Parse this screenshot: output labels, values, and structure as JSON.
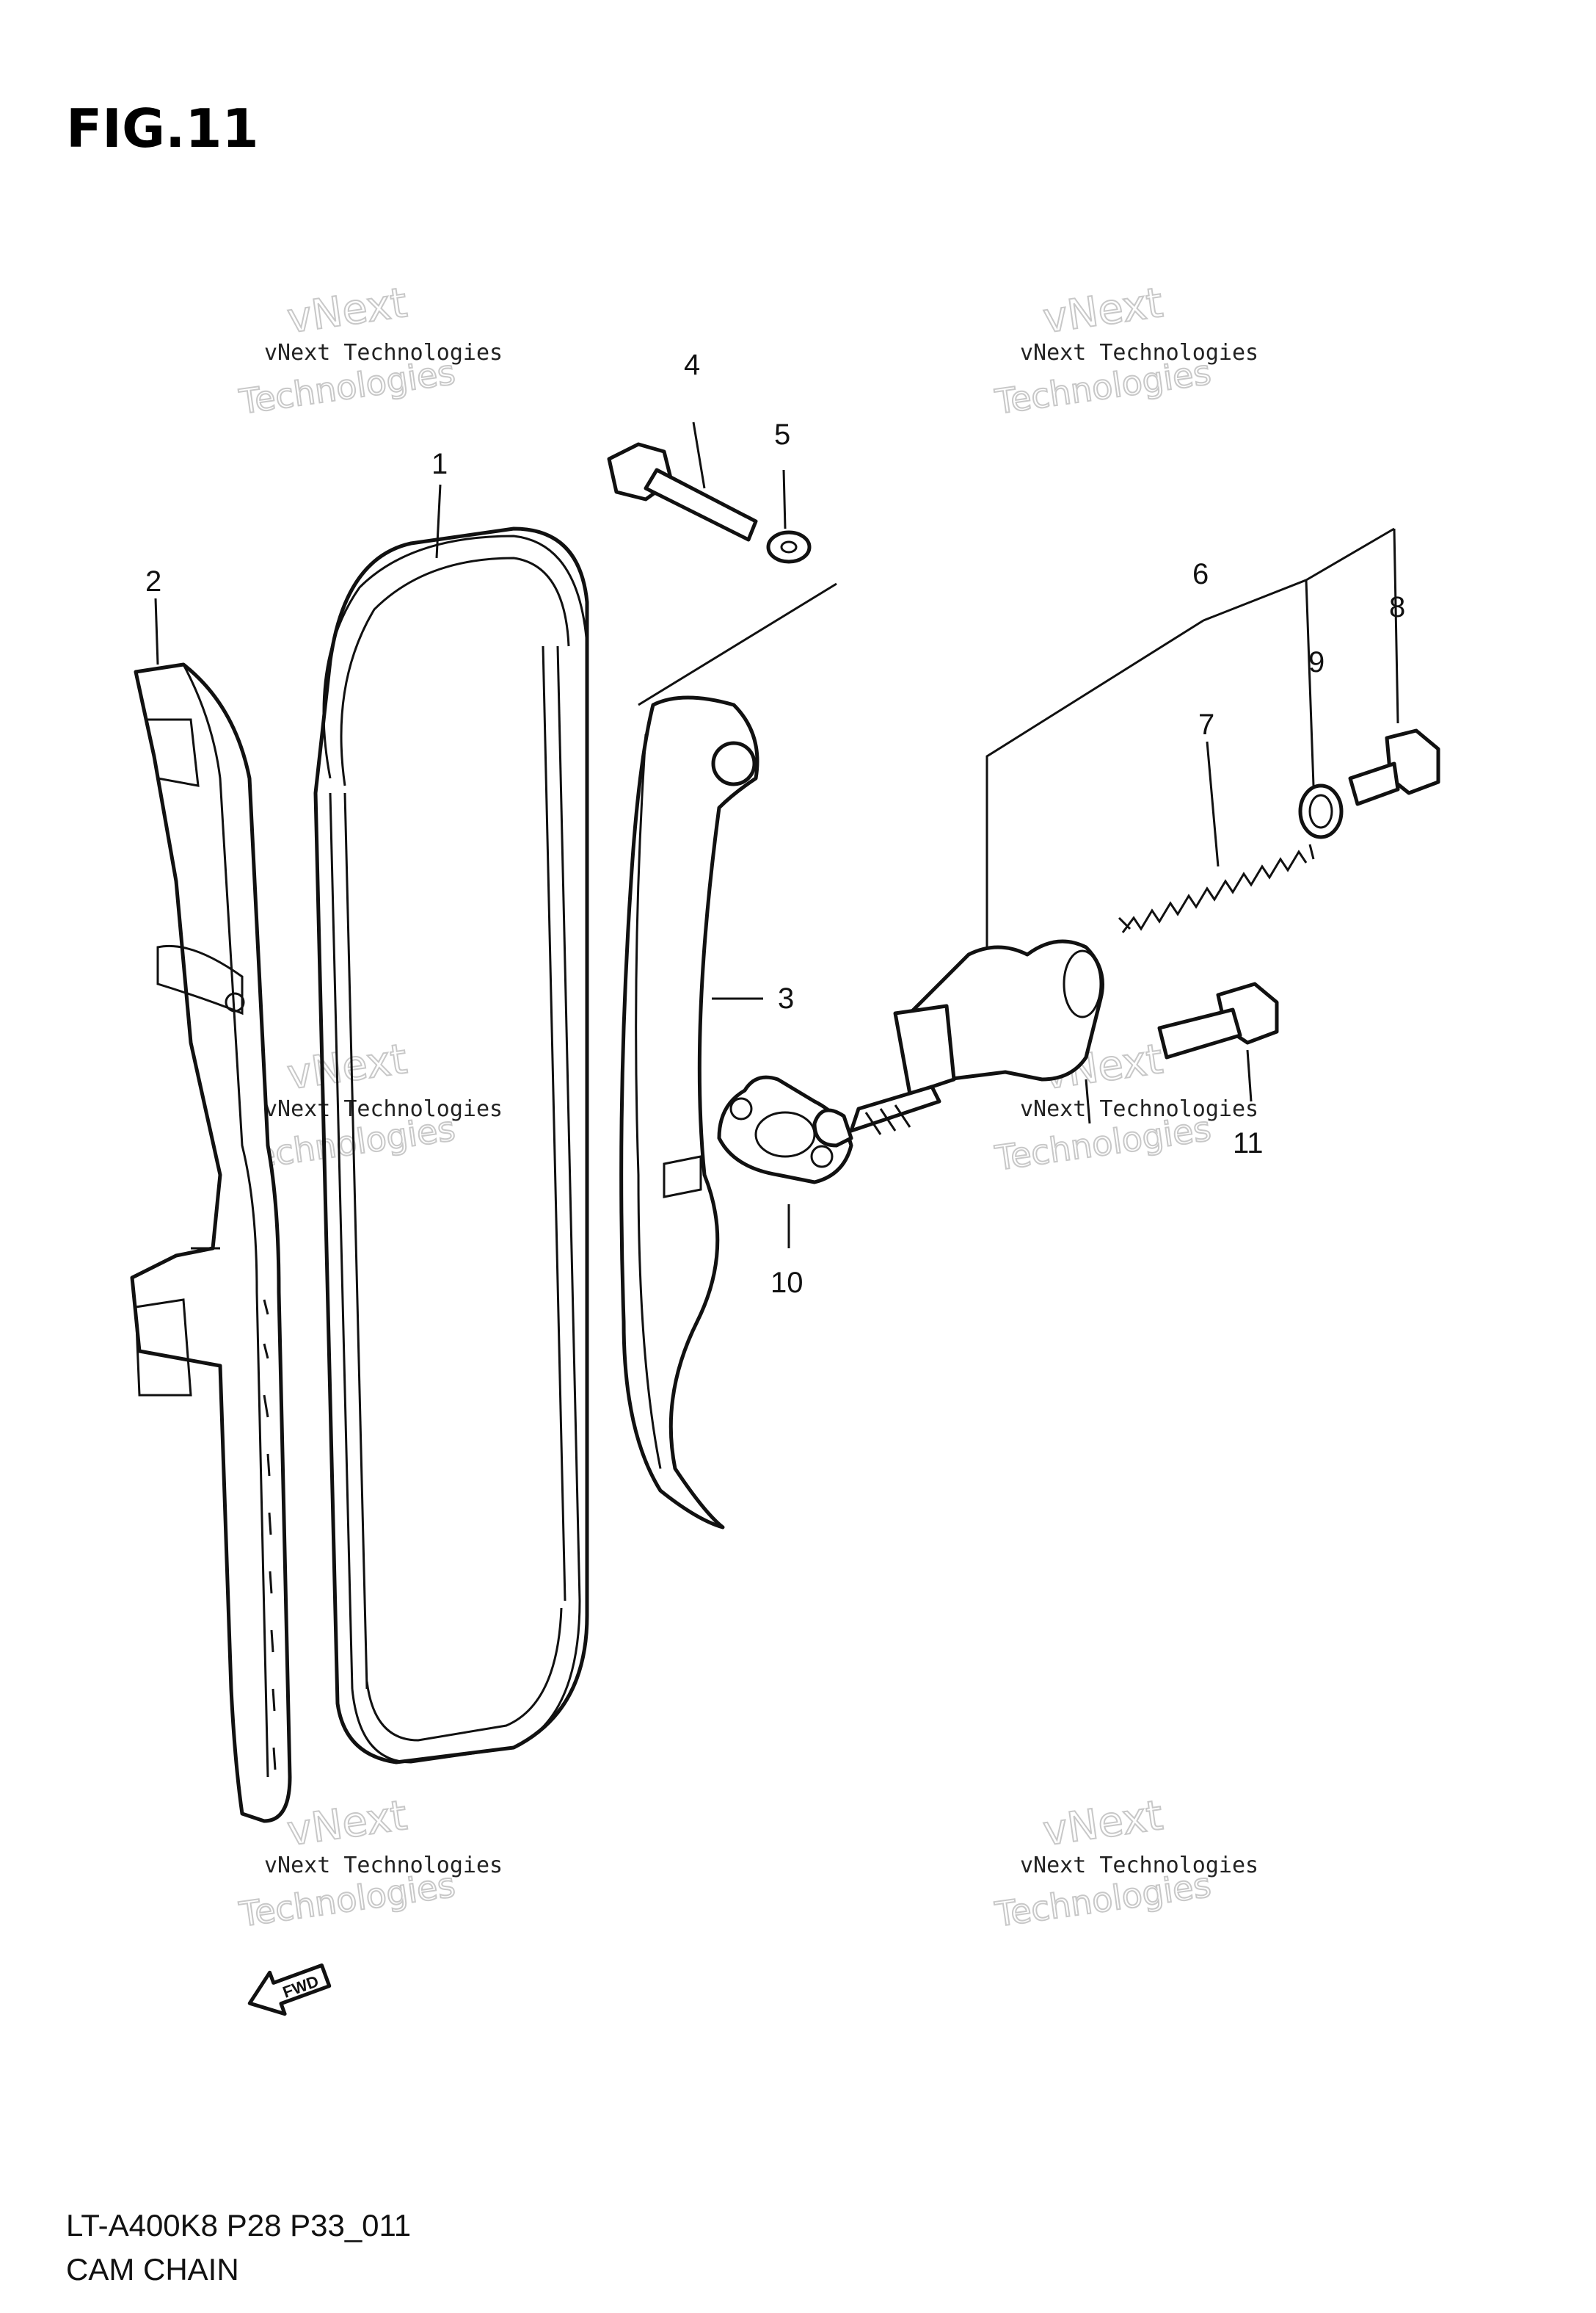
{
  "figure": {
    "title": "FIG.11"
  },
  "parts": [
    {
      "ref": "1"
    },
    {
      "ref": "2"
    },
    {
      "ref": "3"
    },
    {
      "ref": "4"
    },
    {
      "ref": "5"
    },
    {
      "ref": "6"
    },
    {
      "ref": "7"
    },
    {
      "ref": "8"
    },
    {
      "ref": "9"
    },
    {
      "ref": "10"
    },
    {
      "ref": "11"
    }
  ],
  "watermark": {
    "line1": "vNext",
    "line2": "vNext Technologies",
    "line3": "Technologies"
  },
  "direction_marker": {
    "label": "FWD"
  },
  "footer": {
    "model_code": "LT-A400K8 P28 P33_011",
    "diagram_name": "CAM CHAIN"
  }
}
